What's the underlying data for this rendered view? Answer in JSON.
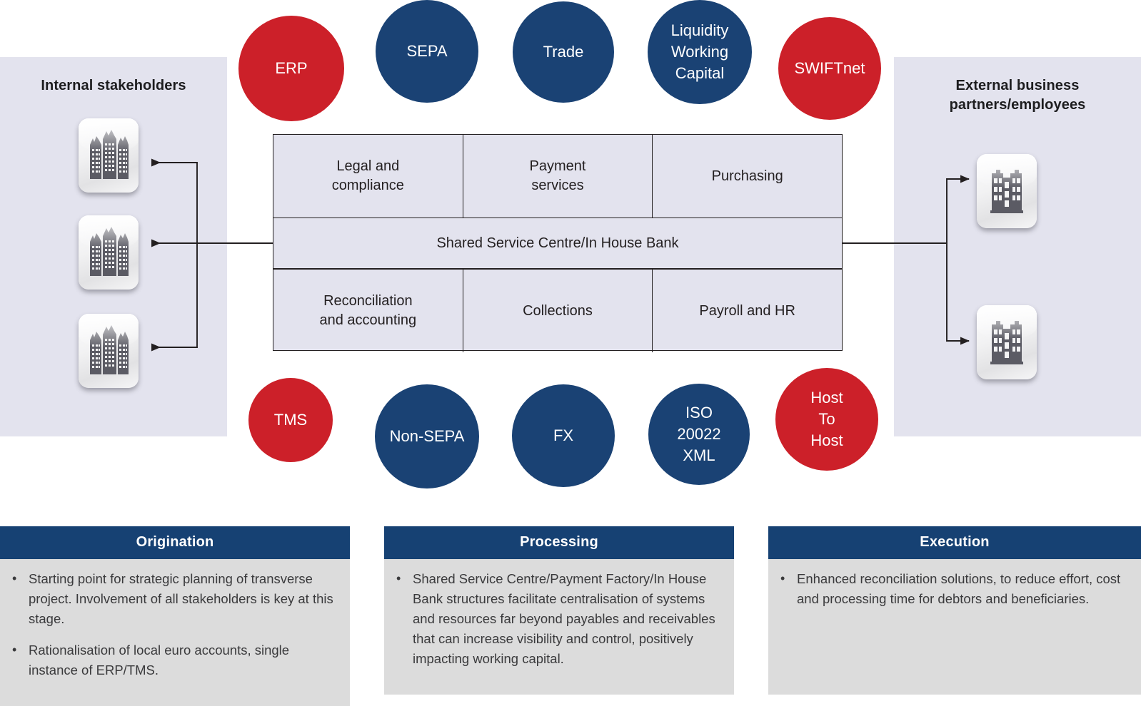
{
  "panels": {
    "left": {
      "title": "Internal stakeholders",
      "icon": "office-towers-icon",
      "icon_count": 3
    },
    "right": {
      "title": "External business\npartners/employees",
      "title_line1": "External business",
      "title_line2": "partners/employees",
      "icon": "office-building-icon",
      "icon_count": 2
    }
  },
  "circles_top": [
    {
      "label": "ERP",
      "color": "#cc2029",
      "style": "red",
      "diameter": 148
    },
    {
      "label": "SEPA",
      "color": "#1a4274",
      "style": "blue",
      "diameter": 144
    },
    {
      "label": "Trade",
      "color": "#1a4274",
      "style": "blue",
      "diameter": 142
    },
    {
      "label": "Liquidity\nWorking\nCapital",
      "lines": [
        "Liquidity",
        "Working",
        "Capital"
      ],
      "color": "#1a4274",
      "style": "blue",
      "diameter": 144
    },
    {
      "label": "SWIFTnet",
      "color": "#cc2029",
      "style": "red",
      "diameter": 144
    }
  ],
  "circles_bottom": [
    {
      "label": "TMS",
      "color": "#cc2029",
      "style": "red",
      "diameter": 118
    },
    {
      "label": "Non-SEPA",
      "color": "#1a4274",
      "style": "blue",
      "diameter": 146
    },
    {
      "label": "FX",
      "color": "#1a4274",
      "style": "blue",
      "diameter": 144
    },
    {
      "label": "ISO\n20022\nXML",
      "lines": [
        "ISO",
        "20022",
        "XML"
      ],
      "color": "#1a4274",
      "style": "blue",
      "diameter": 142
    },
    {
      "label": "Host\nTo\nHost",
      "lines": [
        "Host",
        "To",
        "Host"
      ],
      "color": "#cc2029",
      "style": "red",
      "diameter": 144
    }
  ],
  "core_grid": {
    "top_row": [
      {
        "line1": "Legal and",
        "line2": "compliance"
      },
      {
        "line1": "Payment",
        "line2": "services"
      },
      {
        "line1": "Purchasing",
        "line2": ""
      }
    ],
    "middle_row": "Shared Service Centre/In House Bank",
    "bottom_row": [
      {
        "line1": "Reconciliation",
        "line2": "and accounting"
      },
      {
        "line1": "Collections",
        "line2": ""
      },
      {
        "line1": "Payroll and HR",
        "line2": ""
      }
    ]
  },
  "stages": [
    {
      "title": "Origination",
      "bullets": [
        "Starting point for strategic planning of transverse project.  Involvement of all stakeholders is key at this stage.",
        "Rationalisation of local euro accounts, single instance of ERP/TMS."
      ]
    },
    {
      "title": "Processing",
      "bullets": [
        "Shared Service Centre/Payment Factory/In House Bank structures facilitate centralisation of systems and resources far beyond payables and receivables that can increase visibility and control, positively impacting working capital."
      ]
    },
    {
      "title": "Execution",
      "bullets": [
        "Enhanced reconciliation solutions, to reduce effort, cost and processing time for debtors and beneficiaries."
      ]
    }
  ],
  "colors": {
    "brand_blue": "#1a4274",
    "brand_red": "#cc2029",
    "panel_bg": "#e3e3ee",
    "card_body_bg": "#dcdcdc",
    "stage_header_bg": "#164173",
    "line": "#231f20"
  }
}
